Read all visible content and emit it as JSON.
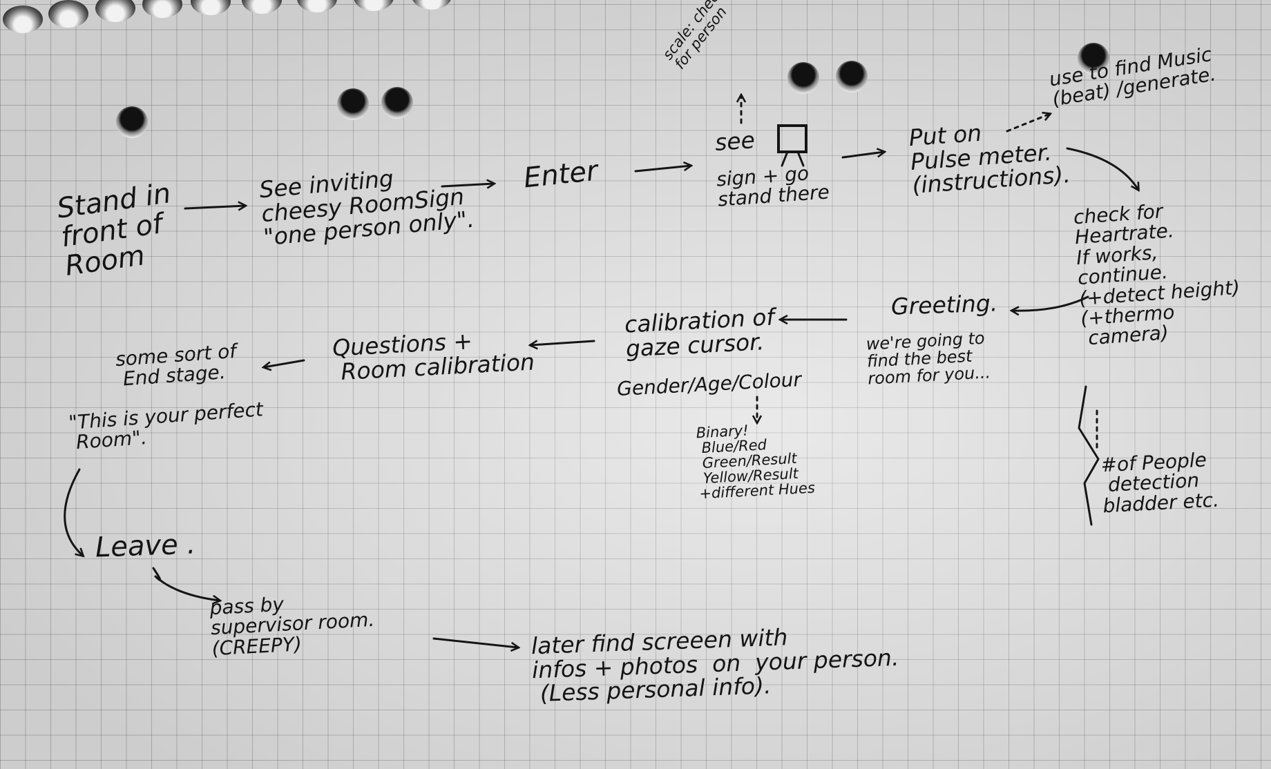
{
  "notes": {
    "stand": "Stand in\nfront of\nRoom",
    "see_sign": "See inviting\ncheesy RoomSign\n\"one person only\".",
    "enter": "Enter",
    "see_stand": "see",
    "sign_go": "sign + go\nstand there",
    "scale": "scale: checks\nfor person",
    "pulse": "Put on\nPulse meter.\n(instructions).",
    "music": "use to find Music\n(beat) /generate.",
    "check": "check for\nHeartrate.\nIf works,\ncontinue.\n(+detect height)\n(+thermo\n camera)",
    "people": "#of People\n detection\nbladder etc.",
    "greeting": "Greeting.",
    "going": "we're going to\nfind the best\nroom for you...",
    "calib": "calibration of\ngaze cursor.",
    "gender": "Gender/Age/Colour",
    "binary": "Binary!\n Blue/Red\n Green/Result\n Yellow/Result\n+different Hues",
    "questions": "Questions +\n Room calibration",
    "end": "some sort of\n End stage.",
    "perfect": "\"This is your perfect\n Room\".",
    "leave": "Leave .",
    "pass": "pass by\nsupervisor room.\n(CREEPY)",
    "later": "later find screeen with\ninfos + photos  on  your person.\n (Less personal info)."
  }
}
